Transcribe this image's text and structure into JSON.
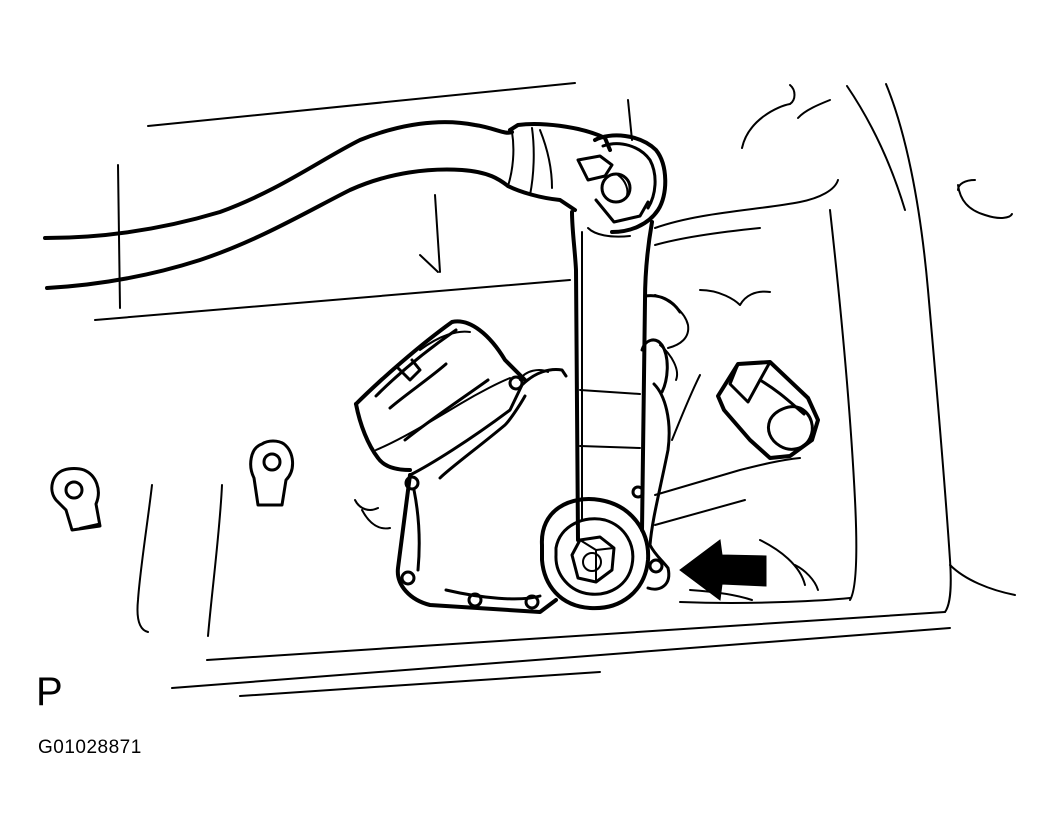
{
  "figure": {
    "position_label": "P",
    "figure_id": "G01028871",
    "arrow_direction": "left",
    "line_color": "#000000",
    "background_color": "#ffffff"
  }
}
